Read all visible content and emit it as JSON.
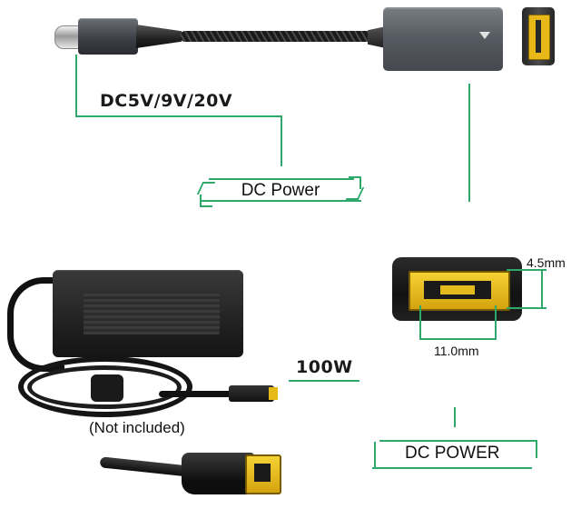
{
  "labels": {
    "input_voltage": "DC5V/9V/20V",
    "dc_power_top": "DC Power",
    "dc_power_bottom": "DC POWER",
    "wattage": "100W",
    "not_included": "(Not included)",
    "dim_height": "4.5mm",
    "dim_width": "11.0mm"
  },
  "colors": {
    "accent_line": "#2ea86b",
    "tip_yellow": "#e8b818",
    "cable_black": "#111111"
  }
}
